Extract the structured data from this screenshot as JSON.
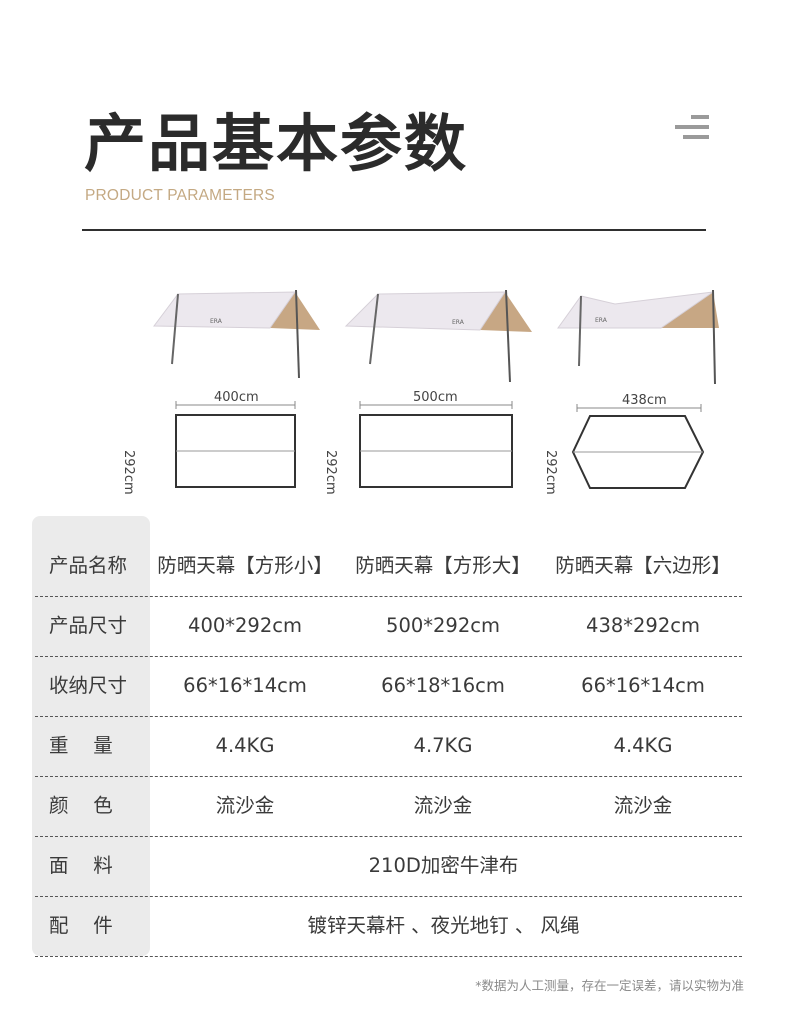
{
  "header": {
    "title": "产品基本参数",
    "subtitle": "PRODUCT PARAMETERS"
  },
  "figures": [
    {
      "width_label": "400cm",
      "height_label": "292cm",
      "shape": "rectangle-small"
    },
    {
      "width_label": "500cm",
      "height_label": "292cm",
      "shape": "rectangle-large"
    },
    {
      "width_label": "438cm",
      "height_label": "292cm",
      "shape": "hexagon"
    }
  ],
  "table": {
    "rows": [
      {
        "label": "产品名称",
        "values": [
          "防晒天幕【方形小】",
          "防晒天幕【方形大】",
          "防晒天幕【六边形】"
        ]
      },
      {
        "label": "产品尺寸",
        "values": [
          "400*292cm",
          "500*292cm",
          "438*292cm"
        ]
      },
      {
        "label": "收纳尺寸",
        "values": [
          "66*16*14cm",
          "66*18*16cm",
          "66*16*14cm"
        ]
      },
      {
        "label": "重    量",
        "values": [
          "4.4KG",
          "4.7KG",
          "4.4KG"
        ]
      },
      {
        "label": "颜    色",
        "values": [
          "流沙金",
          "流沙金",
          "流沙金"
        ]
      },
      {
        "label": "面    料",
        "merged": "210D加密牛津布"
      },
      {
        "label": "配    件",
        "merged": "镀锌天幕杆 、夜光地钉 、 风绳"
      }
    ]
  },
  "footnote": "*数据为人工测量，存在一定误差，请以实物为准",
  "colors": {
    "accent": "#c4a983",
    "canopy": "#ece8ee",
    "canopy_side": "#c7a784",
    "label_bg": "#ebebeb"
  }
}
